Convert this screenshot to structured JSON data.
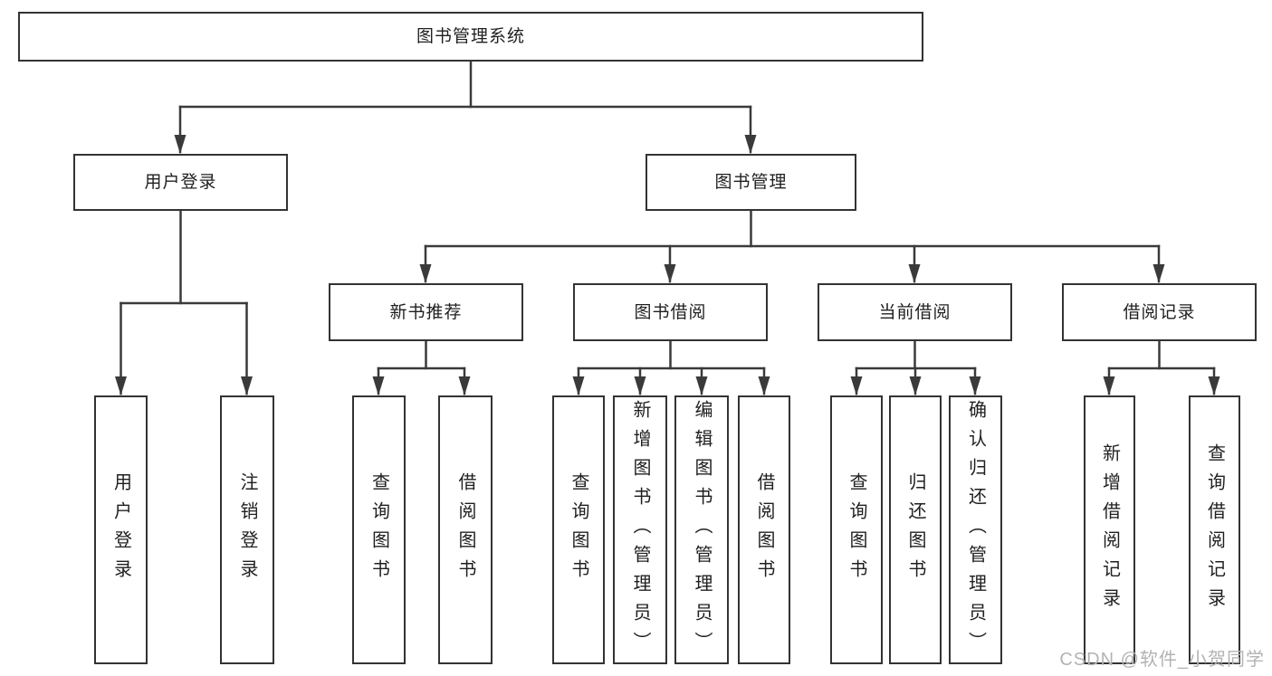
{
  "tree": {
    "label": "图书管理系统",
    "children": [
      {
        "label": "用户登录",
        "children": [
          {
            "label": "用户登录"
          },
          {
            "label": "注销登录"
          }
        ]
      },
      {
        "label": "图书管理",
        "children": [
          {
            "label": "新书推荐",
            "children": [
              {
                "label": "查询图书"
              },
              {
                "label": "借阅图书"
              }
            ]
          },
          {
            "label": "图书借阅",
            "children": [
              {
                "label": "查询图书"
              },
              {
                "label": "新增图书（管理员）"
              },
              {
                "label": "编辑图书（管理员）"
              },
              {
                "label": "借阅图书"
              }
            ]
          },
          {
            "label": "当前借阅",
            "children": [
              {
                "label": "查询图书"
              },
              {
                "label": "归还图书"
              },
              {
                "label": "确认归还（管理员）"
              }
            ]
          },
          {
            "label": "借阅记录",
            "children": [
              {
                "label": "新增借阅记录"
              },
              {
                "label": "查询借阅记录"
              }
            ]
          }
        ]
      }
    ]
  },
  "watermark": {
    "text": "CSDN @软件_小贺同学"
  },
  "colors": {
    "line": "#3a3a3a",
    "box_border": "#333333",
    "text": "#1f1f1f",
    "watermark": "#b3b3b3",
    "background": "#ffffff"
  }
}
